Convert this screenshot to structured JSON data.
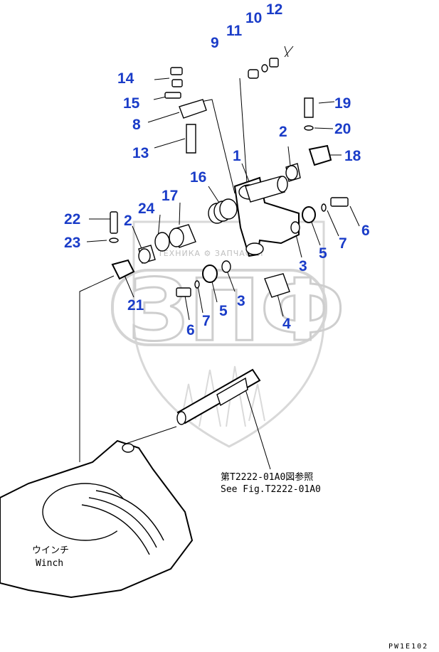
{
  "callouts": [
    {
      "id": "c1",
      "text": "1"
    },
    {
      "id": "c2a",
      "text": "2"
    },
    {
      "id": "c2b",
      "text": "2"
    },
    {
      "id": "c3a",
      "text": "3"
    },
    {
      "id": "c3b",
      "text": "3"
    },
    {
      "id": "c4",
      "text": "4"
    },
    {
      "id": "c5a",
      "text": "5"
    },
    {
      "id": "c5b",
      "text": "5"
    },
    {
      "id": "c6a",
      "text": "6"
    },
    {
      "id": "c6b",
      "text": "6"
    },
    {
      "id": "c7a",
      "text": "7"
    },
    {
      "id": "c7b",
      "text": "7"
    },
    {
      "id": "c8",
      "text": "8"
    },
    {
      "id": "c9",
      "text": "9"
    },
    {
      "id": "c10",
      "text": "10"
    },
    {
      "id": "c11",
      "text": "11"
    },
    {
      "id": "c12",
      "text": "12"
    },
    {
      "id": "c13",
      "text": "13"
    },
    {
      "id": "c14",
      "text": "14"
    },
    {
      "id": "c15",
      "text": "15"
    },
    {
      "id": "c16",
      "text": "16"
    },
    {
      "id": "c17",
      "text": "17"
    },
    {
      "id": "c18",
      "text": "18"
    },
    {
      "id": "c19",
      "text": "19"
    },
    {
      "id": "c20",
      "text": "20"
    },
    {
      "id": "c21",
      "text": "21"
    },
    {
      "id": "c22",
      "text": "22"
    },
    {
      "id": "c23",
      "text": "23"
    },
    {
      "id": "c24",
      "text": "24"
    }
  ],
  "reference": {
    "line_jp": "第T2222-01A0図参照",
    "line_en": "See Fig.T2222-01A0"
  },
  "winch": {
    "label_jp": "ウインチ",
    "label_en": "Winch"
  },
  "watermark": {
    "logo_text": "ЗПФ",
    "caption": "ТЕХНИКА ⚙ ЗАПЧАСТИ"
  },
  "drawing_code": "PW1E102"
}
